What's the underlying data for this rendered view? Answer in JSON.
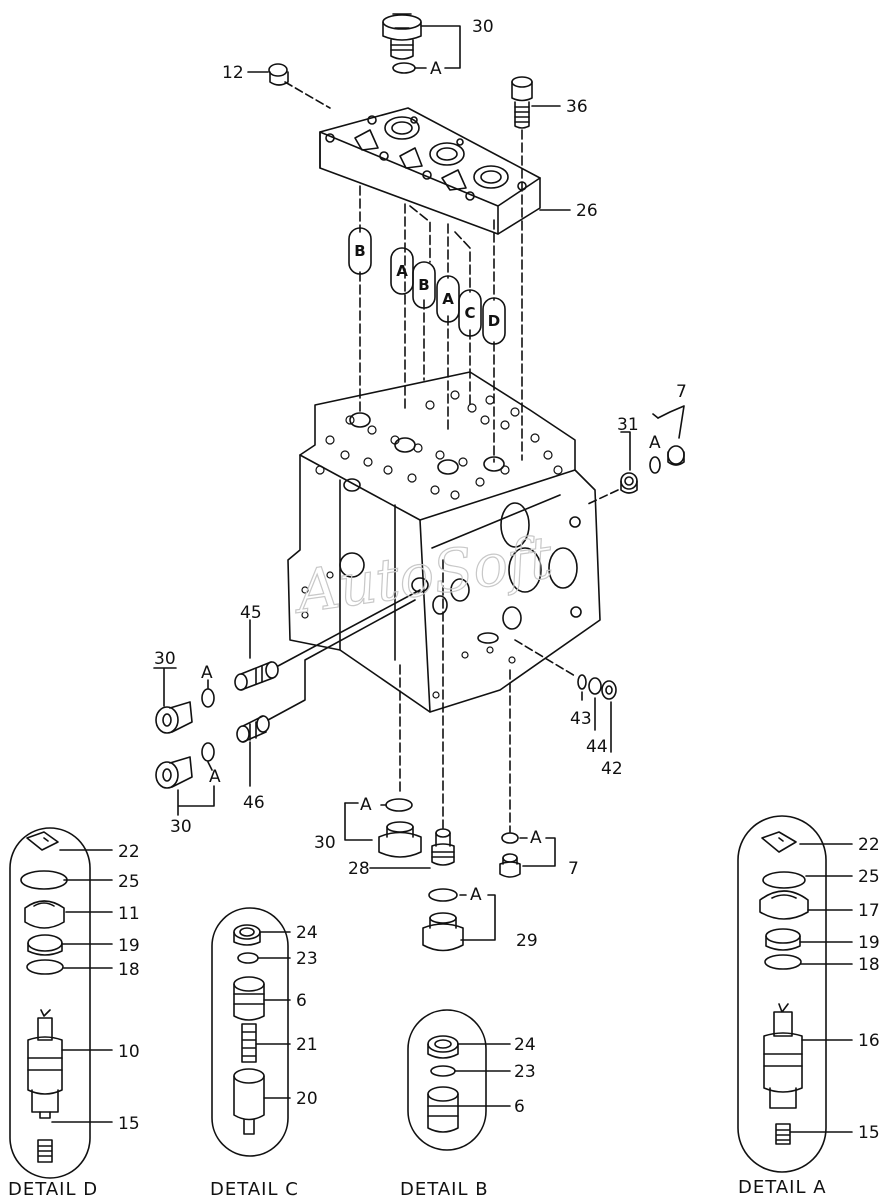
{
  "watermark": "AutoSoft",
  "labels": {
    "p30a": "30",
    "pA1": "A",
    "p12": "12",
    "p36": "36",
    "p26": "26",
    "p7a": "7",
    "pA2": "A",
    "p31": "31",
    "p45": "45",
    "p30b": "30",
    "pA3": "A",
    "pA4": "A",
    "p30c": "30",
    "p46": "46",
    "p43": "43",
    "p44": "44",
    "p42": "42",
    "pA5": "A",
    "p30d": "30",
    "p28": "28",
    "pA6": "A",
    "p7b": "7",
    "pA7": "A",
    "p29": "29"
  },
  "pills": [
    "B",
    "A",
    "B",
    "A",
    "C",
    "D"
  ],
  "details": {
    "d": {
      "caption": "DETAIL D",
      "items": [
        "22",
        "25",
        "11",
        "19",
        "18",
        "10",
        "15"
      ]
    },
    "c": {
      "caption": "DETAIL C",
      "items": [
        "24",
        "23",
        "6",
        "21",
        "20"
      ]
    },
    "b": {
      "caption": "DETAIL B",
      "items": [
        "24",
        "23",
        "6"
      ]
    },
    "a": {
      "caption": "DETAIL A",
      "items": [
        "22",
        "25",
        "17",
        "19",
        "18",
        "16",
        "15"
      ]
    }
  },
  "colors": {
    "line": "#111111",
    "paper": "#ffffff",
    "watermark": "#c8c8c8"
  }
}
